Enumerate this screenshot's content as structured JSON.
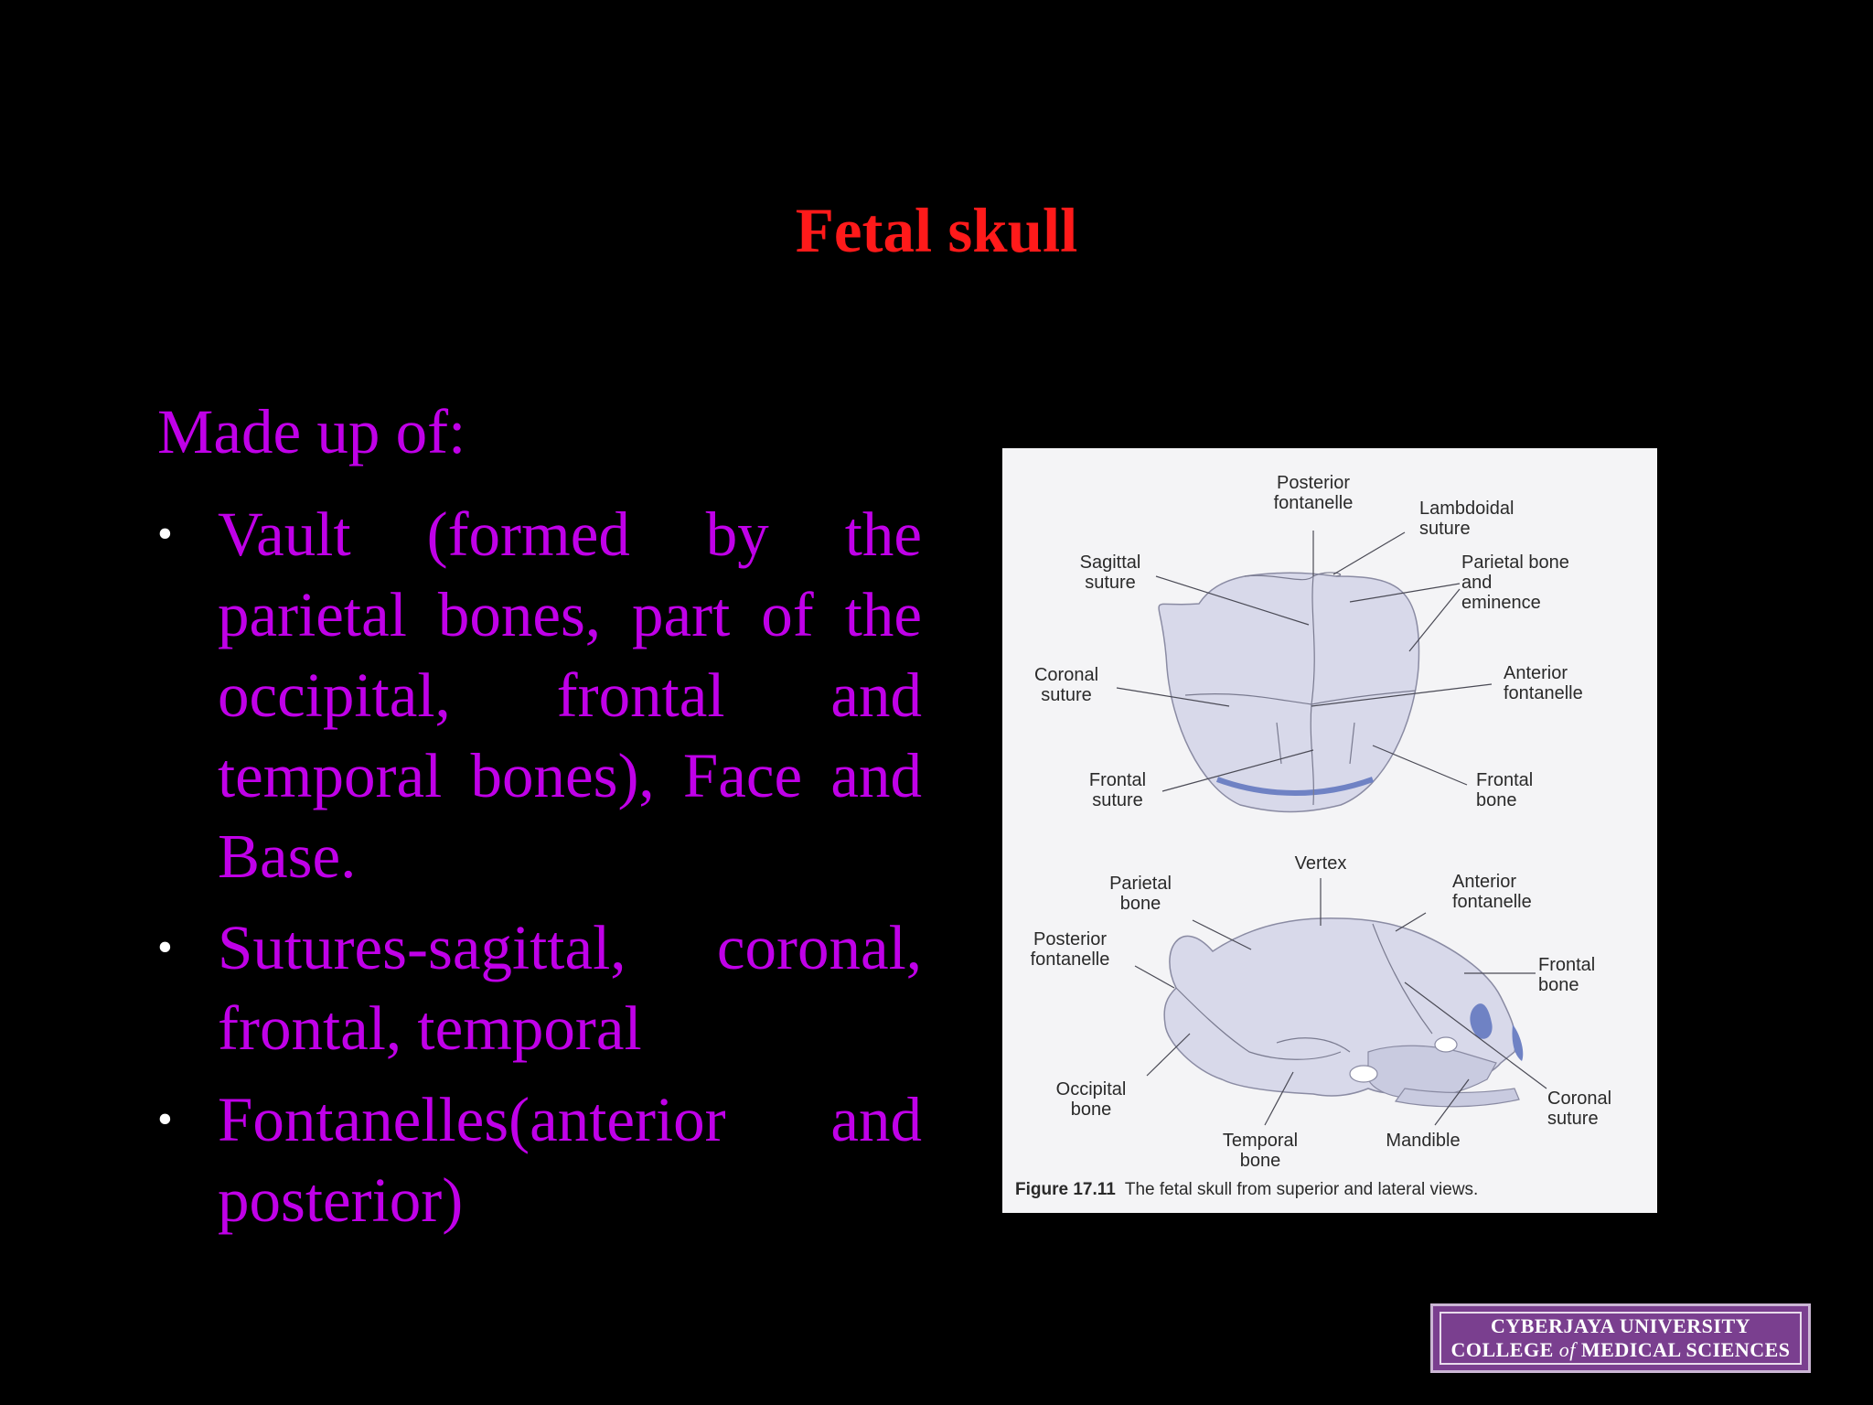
{
  "slide": {
    "title": "Fetal skull",
    "intro": "Made up of:",
    "bullets": [
      "Vault (formed by the parietal bones, part of the occipital, frontal and temporal bones), Face and Base.",
      "Sutures-sagittal, coronal, frontal, temporal",
      "Fontanelles(anterior and posterior)"
    ],
    "bullet_symbol": "•"
  },
  "figure": {
    "superior_labels": {
      "posterior_fontanelle": "Posterior\nfontanelle",
      "lambdoidal_suture": "Lambdoidal\nsuture",
      "sagittal_suture": "Sagittal\nsuture",
      "parietal_bone_eminence": "Parietal bone\nand\neminence",
      "coronal_suture": "Coronal\nsuture",
      "anterior_fontanelle": "Anterior\nfontanelle",
      "frontal_suture": "Frontal\nsuture",
      "frontal_bone": "Frontal\nbone"
    },
    "lateral_labels": {
      "vertex": "Vertex",
      "parietal_bone": "Parietal\nbone",
      "anterior_fontanelle": "Anterior\nfontanelle",
      "posterior_fontanelle": "Posterior\nfontanelle",
      "frontal_bone": "Frontal\nbone",
      "occipital_bone": "Occipital\nbone",
      "coronal_suture": "Coronal\nsuture",
      "temporal_bone": "Temporal\nbone",
      "mandible": "Mandible"
    },
    "caption_number": "Figure 17.11",
    "caption_text": "The fetal skull from superior and lateral views.",
    "colors": {
      "bone": "#d8d9ea",
      "fontanelle": "#6f82c4",
      "line": "#6b6b7a"
    }
  },
  "logo": {
    "line1": "CYBERJAYA UNIVERSITY",
    "line2_a": "COLLEGE ",
    "line2_of": "of",
    "line2_b": " MEDICAL SCIENCES"
  },
  "colors": {
    "background": "#000000",
    "title": "#ff1a1a",
    "body_text": "#c000e8"
  }
}
